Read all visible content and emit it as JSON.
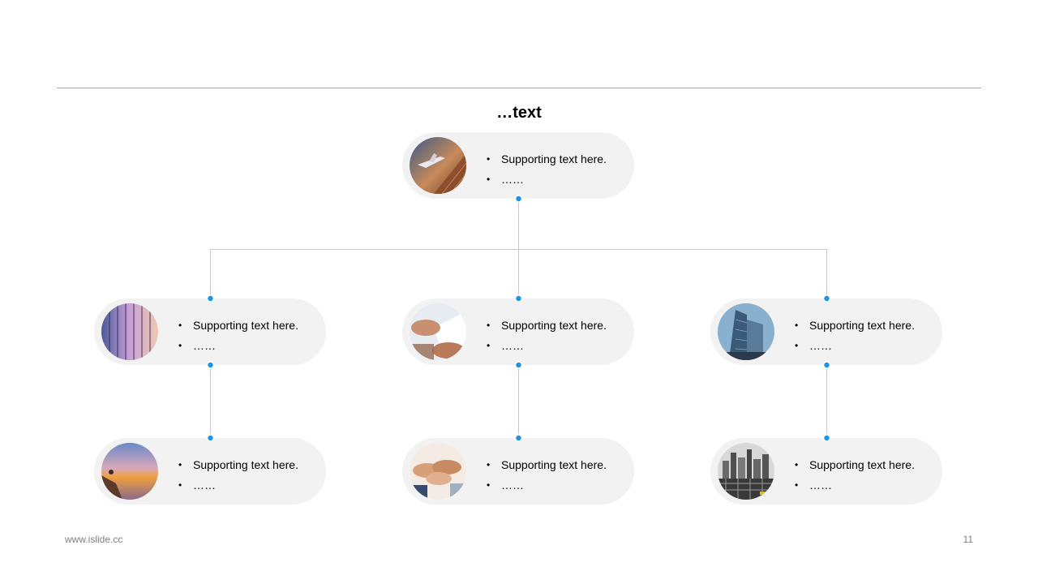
{
  "title": "…text",
  "colors": {
    "connector_dot": "#1a96e6",
    "connector_line": "#c8c8c8",
    "node_fill": "#f2f2f2"
  },
  "nodes": [
    {
      "photo": "airplane-building-photo",
      "bullets": [
        "Supporting text here.",
        "……"
      ]
    },
    {
      "photo": "glass-facade-photo",
      "bullets": [
        "Supporting text here.",
        "……"
      ]
    },
    {
      "photo": "business-hands-photo",
      "bullets": [
        "Supporting text here.",
        "……"
      ]
    },
    {
      "photo": "skyscraper-photo",
      "bullets": [
        "Supporting text here.",
        "……"
      ]
    },
    {
      "photo": "sunset-climber-photo",
      "bullets": [
        "Supporting text here.",
        "……"
      ]
    },
    {
      "photo": "team-handshake-photo",
      "bullets": [
        "Supporting text here.",
        "……"
      ]
    },
    {
      "photo": "city-bridge-photo",
      "bullets": [
        "Supporting text here.",
        "……"
      ]
    }
  ],
  "footer": {
    "url": "www.islide.cc",
    "page": "11"
  }
}
